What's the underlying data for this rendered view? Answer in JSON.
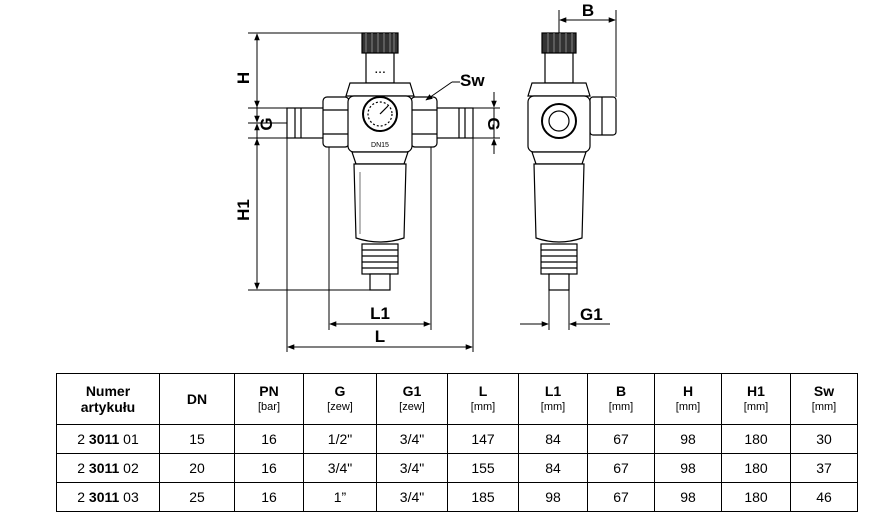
{
  "figure": {
    "front_view_labels": {
      "H": "H",
      "G_left": "G",
      "G_right": "G",
      "H1": "H1",
      "Sw": "Sw",
      "L1": "L1",
      "L": "L",
      "dial_mark": "DN15"
    },
    "side_view_labels": {
      "B": "B",
      "G1": "G1"
    }
  },
  "table": {
    "headers": [
      {
        "name": "Numer artykułu",
        "line1": "Numer",
        "line2": "artykułu",
        "unit": ""
      },
      {
        "name": "DN",
        "line1": "DN",
        "line2": "",
        "unit": ""
      },
      {
        "name": "PN",
        "line1": "PN",
        "line2": "",
        "unit": "[bar]"
      },
      {
        "name": "G",
        "line1": "G",
        "line2": "",
        "unit": "[zew]"
      },
      {
        "name": "G1",
        "line1": "G1",
        "line2": "",
        "unit": "[zew]"
      },
      {
        "name": "L",
        "line1": "L",
        "line2": "",
        "unit": "[mm]"
      },
      {
        "name": "L1",
        "line1": "L1",
        "line2": "",
        "unit": "[mm]"
      },
      {
        "name": "B",
        "line1": "B",
        "line2": "",
        "unit": "[mm]"
      },
      {
        "name": "H",
        "line1": "H",
        "line2": "",
        "unit": "[mm]"
      },
      {
        "name": "H1",
        "line1": "H1",
        "line2": "",
        "unit": "[mm]"
      },
      {
        "name": "Sw",
        "line1": "Sw",
        "line2": "",
        "unit": "[mm]"
      }
    ],
    "rows": [
      {
        "art_prefix": "2 ",
        "art_bold": "3011",
        "art_suffix": " 01",
        "cells": [
          "15",
          "16",
          "1/2\"",
          "3/4\"",
          "147",
          "84",
          "67",
          "98",
          "180",
          "30"
        ]
      },
      {
        "art_prefix": "2 ",
        "art_bold": "3011",
        "art_suffix": " 02",
        "cells": [
          "20",
          "16",
          "3/4\"",
          "3/4\"",
          "155",
          "84",
          "67",
          "98",
          "180",
          "37"
        ]
      },
      {
        "art_prefix": "2 ",
        "art_bold": "3011",
        "art_suffix": " 03",
        "cells": [
          "25",
          "16",
          "1”",
          "3/4\"",
          "185",
          "98",
          "67",
          "98",
          "180",
          "46"
        ]
      }
    ]
  }
}
